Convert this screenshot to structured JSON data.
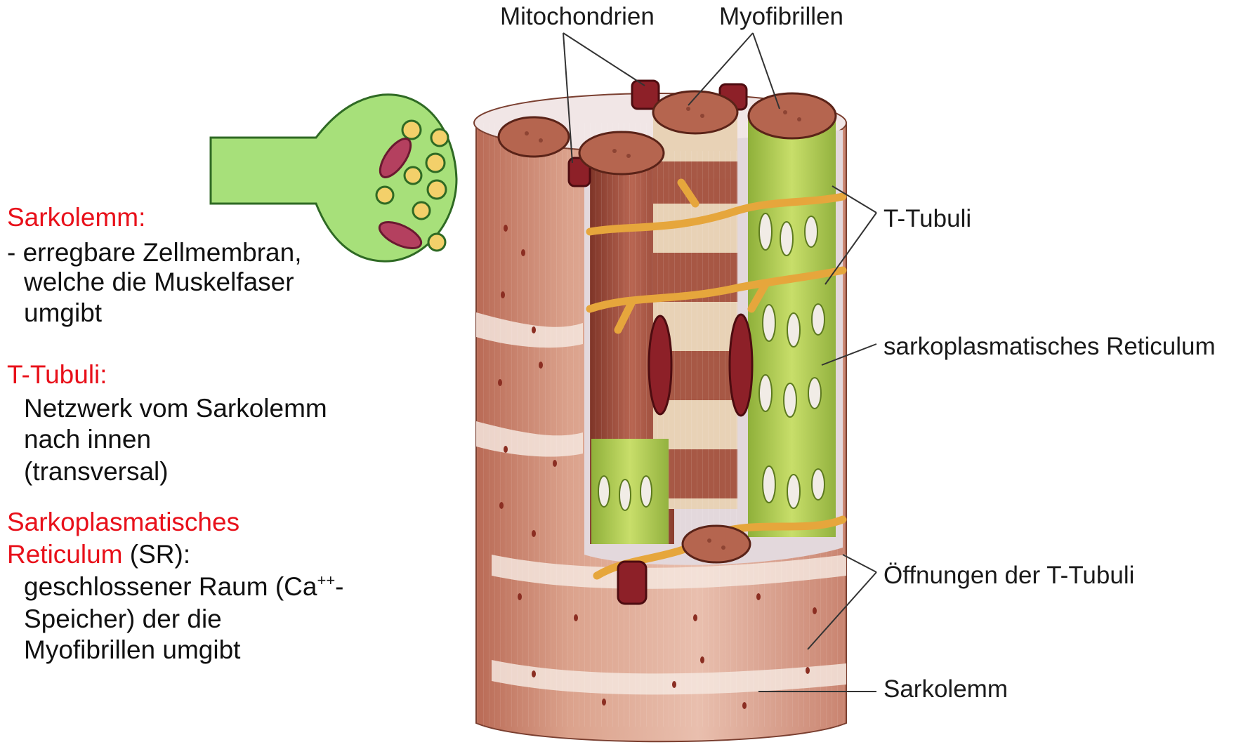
{
  "left_text": {
    "sarkolemm_heading": "Sarkolemm:",
    "sarkolemm_line1": "- erregbare Zellmembran,",
    "sarkolemm_line2": "welche die Muskelfaser",
    "sarkolemm_line3": "umgibt",
    "ttubuli_heading": "T-Tubuli:",
    "ttubuli_line1": "Netzwerk vom Sarkolemm",
    "ttubuli_line2": "nach innen",
    "ttubuli_line3": "(transversal)",
    "sr_heading_line1": "Sarkoplasmatisches",
    "sr_heading_line2": "Reticulum",
    "sr_abbrev": " (SR):",
    "sr_line1_a": "geschlossener Raum (Ca",
    "sr_line1_sup": "++",
    "sr_line1_b": "-",
    "sr_line2": "Speicher) der die",
    "sr_line3": "Myofibrillen umgibt"
  },
  "diagram_labels": {
    "mitochondrien": "Mitochondrien",
    "myofibrillen": "Myofibrillen",
    "t_tubuli": "T-Tubuli",
    "sarkoplasmatisches_reticulum": "sarkoplasmatisches Reticulum",
    "oeffnungen": "Öffnungen der T-Tubuli",
    "sarkolemm": "Sarkolemm"
  },
  "colors": {
    "highlight_red": "#e8101a",
    "sarcolemma": "#d9a08a",
    "myofibril": "#a8523f",
    "reticulum": "#b8d25a",
    "t_tubule": "#e6a63c",
    "neuron": "#9fdc70"
  }
}
